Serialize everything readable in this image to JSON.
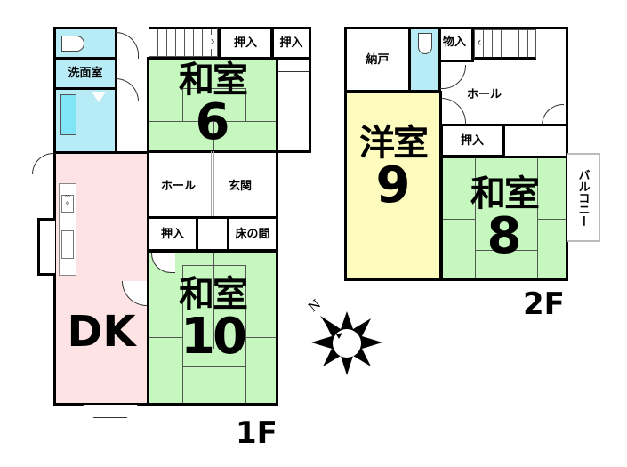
{
  "floor1": {
    "label": "1F",
    "rooms": {
      "washitsu6": {
        "name": "和室",
        "size": "6"
      },
      "washitsu10": {
        "name": "和室",
        "size": "10"
      },
      "dk": {
        "name": "DK"
      },
      "senmenshitsu": {
        "name": "洗面室"
      },
      "hall": {
        "name": "ホール"
      },
      "genkan": {
        "name": "玄関"
      },
      "oshiire_top1": {
        "name": "押入"
      },
      "oshiire_top2": {
        "name": "押入"
      },
      "oshiire_mid": {
        "name": "押入"
      },
      "tokonoma": {
        "name": "床の間"
      }
    }
  },
  "floor2": {
    "label": "2F",
    "rooms": {
      "yoshitsu9": {
        "name": "洋室",
        "size": "9"
      },
      "washitsu8": {
        "name": "和室",
        "size": "8"
      },
      "nando": {
        "name": "納戸"
      },
      "monoire": {
        "name": "物入"
      },
      "hall": {
        "name": "ホール"
      },
      "oshiire": {
        "name": "押入"
      },
      "balcony": {
        "name": "バルコニー"
      }
    }
  },
  "compass": {
    "north_label": "N"
  },
  "colors": {
    "washitsu": "#c6f7bf",
    "dk": "#fde3e3",
    "water": "#b7ecf7",
    "yoshitsu": "#fdfbbd"
  }
}
